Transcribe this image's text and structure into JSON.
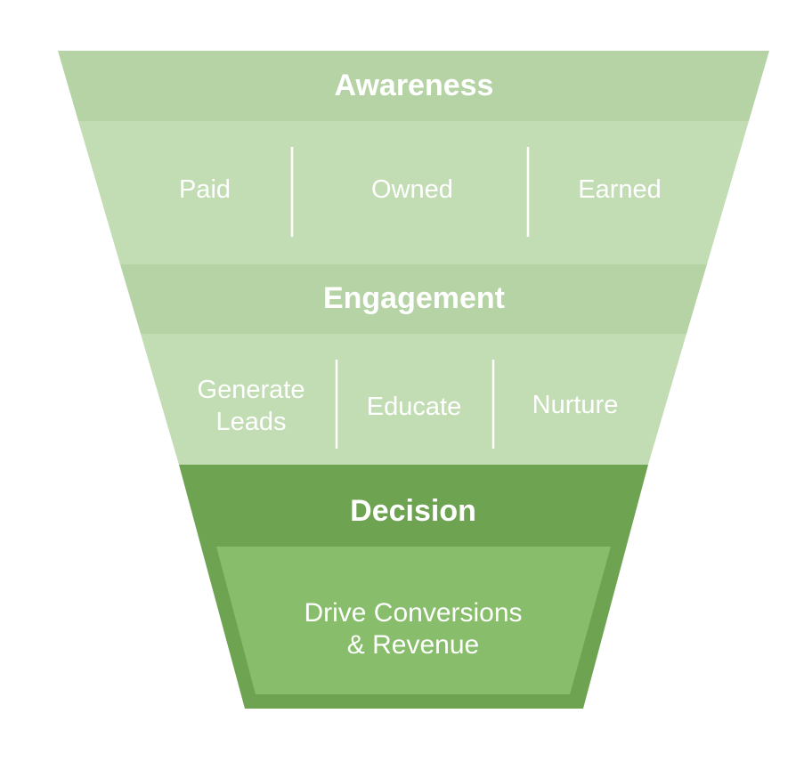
{
  "stages": [
    {
      "title": "Awareness",
      "items": [
        "Paid",
        "Owned",
        "Earned"
      ]
    },
    {
      "title": "Engagement",
      "items": [
        "Generate Leads",
        "Educate",
        "Nurture"
      ]
    },
    {
      "title": "Decision",
      "result": "Drive Conversions & Revenue"
    }
  ],
  "colors": {
    "awareness_header": "#b5d3a5",
    "awareness_body": "#c2ddb3",
    "engagement_header": "#b5d3a5",
    "engagement_body": "#c2ddb3",
    "decision_frame": "#6da351",
    "decision_inner": "#87bd6b",
    "text": "#ffffff"
  }
}
